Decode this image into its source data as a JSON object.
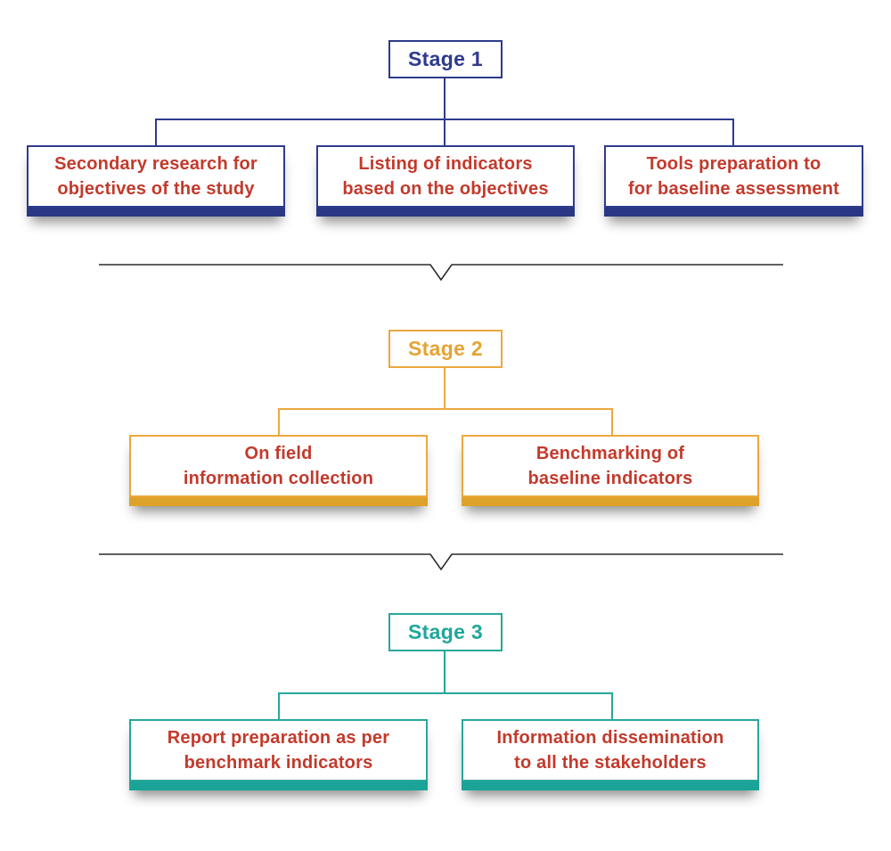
{
  "background": "#ffffff",
  "divider_color": "#2b2b2b",
  "node_text_color": "#c23a2c",
  "stages": [
    {
      "label": "Stage 1",
      "accent": "#2e3b8d",
      "bar_color": "#293784",
      "boxes": [
        {
          "text": "Secondary research for\nobjectives of the study"
        },
        {
          "text": "Listing of indicators\nbased on the objectives"
        },
        {
          "text": "Tools preparation to\nfor baseline assessment"
        }
      ]
    },
    {
      "label": "Stage 2",
      "accent": "#eca83e",
      "bar_color": "#dda22a",
      "boxes": [
        {
          "text": "On field\ninformation collection"
        },
        {
          "text": "Benchmarking of\nbaseline indicators"
        }
      ]
    },
    {
      "label": "Stage 3",
      "accent": "#27a79b",
      "bar_color": "#1aa396",
      "boxes": [
        {
          "text": "Report preparation as per\nbenchmark indicators"
        },
        {
          "text": "Information dissemination\nto all the stakeholders"
        }
      ]
    }
  ]
}
